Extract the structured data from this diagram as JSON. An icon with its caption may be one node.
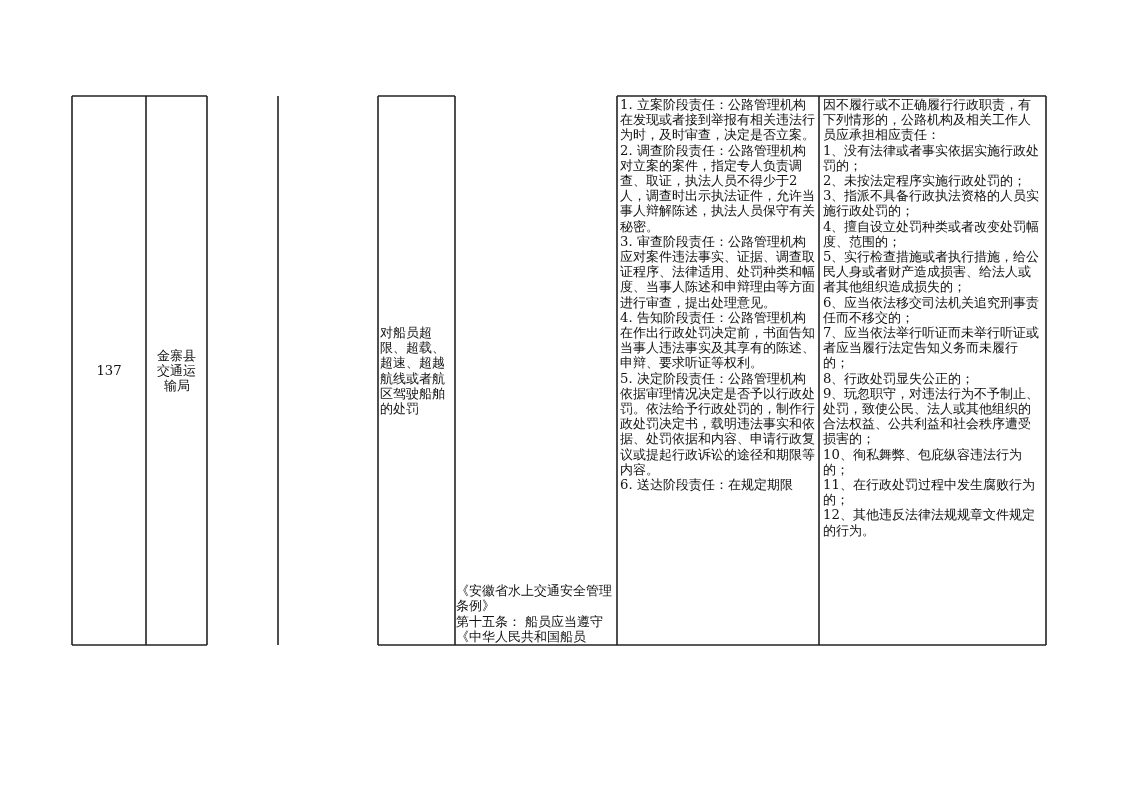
{
  "diagram": {
    "labels": [
      "137",
      "金寨县交通运输局",
      "对船员超限、超载、超速、超越航线或者航区驾驶船舶的处罚",
      "《安徽省水上交通安全管理条例》",
      "第十五条： 船员应当遵守《中华人民共和国船员",
      "1. 立案阶段责任：公路管理机构在发现或者接到举报有相关违法行为时，及时审查，决定是否立案。",
      "2. 调查阶段责任：公路管理机构对立案的案件，指定专人负责调查、取证，执法人员不得少于2人，调查时出示执法证件，允许当事人辩解陈述，执法人员保守有关秘密。",
      "3. 审查阶段责任：公路管理机构应对案件违法事实、证据、调查取证程序、法律适用、处罚种类和幅度、当事人陈述和申辩理由等方面进行审查，提出处理意见。",
      "4. 告知阶段责任：公路管理机构在作出行政处罚决定前，书面告知当事人违法事实及其享有的陈述、申辩、要求听证等权利。",
      "5. 决定阶段责任：公路管理机构依据审理情况决定是否予以行政处罚。依法给予行政处罚的，制作行政处罚决定书，载明违法事实和依据、处罚依据和内容、申请行政复议或提起行政诉讼的途径和期限等内容。",
      "6. 送达阶段责任：在规定期限",
      "因不履行或不正确履行行政职责，有下列情形的，公路机构及相关工作人员应承担相应责任：",
      "1、没有法律或者事实依据实施行政处罚的；",
      "2、未按法定程序实施行政处罚的；",
      "3、指派不具备行政执法资格的人员实施行政处罚的；",
      "4、擅自设立处罚种类或者改变处罚幅度、范围的；",
      "5、实行检查措施或者执行措施，给公民人身或者财产造成损害、给法人或者其他组织造成损失的；",
      "6、应当依法移交司法机关追究刑事责任而不移交的；",
      "7、应当依法举行听证而未举行听证或者应当履行法定告知义务而未履行的；",
      "8、行政处罚显失公正的；",
      "9、玩忽职守，对违法行为不予制止、处罚，致使公民、法人或其他组织的合法权益、公共利益和社会秩序遭受损害的；",
      "10、徇私舞弊、包庇纵容违法行为的；",
      "11、在行政处罚过程中发生腐败行为的；",
      "12、其他违反法律法规规章文件规定的行为。"
    ]
  }
}
